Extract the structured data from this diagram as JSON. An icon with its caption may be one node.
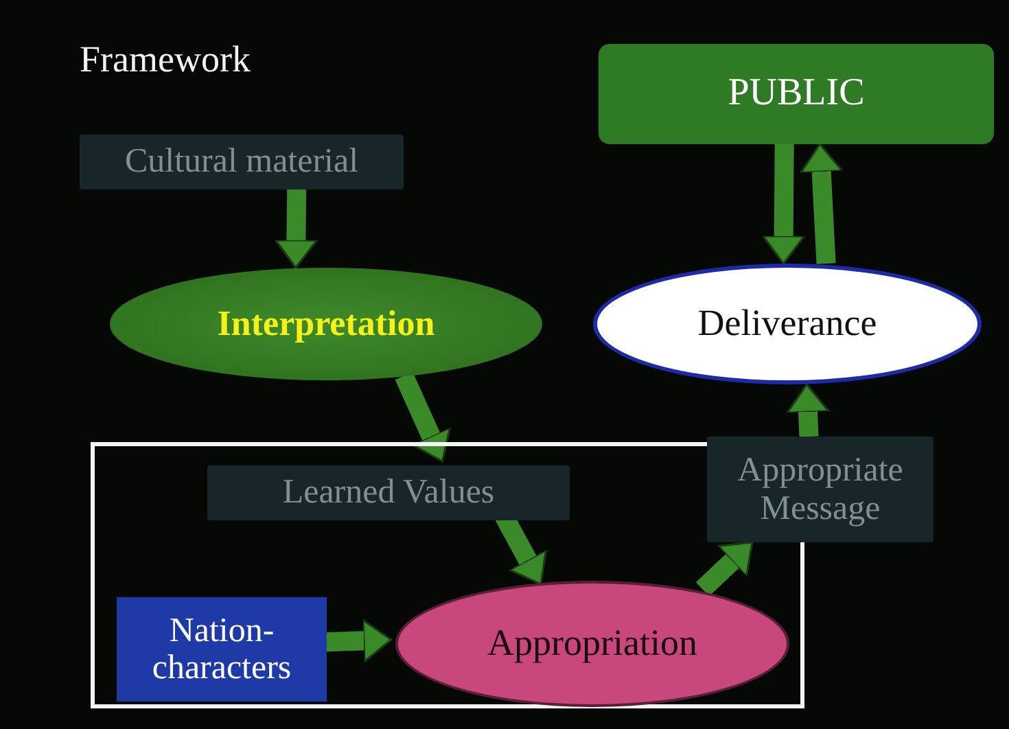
{
  "diagram": {
    "title": "Framework",
    "nodes": [
      {
        "text": [
          "Cultural material"
        ]
      },
      {
        "text": [
          "Interpretation"
        ]
      },
      {
        "text": [],
        "shape": "box"
      },
      {
        "text": [
          "Learned Values"
        ],
        "in": 2
      },
      {
        "text": [
          "Nation-characters"
        ],
        "in": 2
      },
      {
        "text": [
          "Appropriation"
        ],
        "in": 2
      },
      {
        "text": [
          "Appropriate Message"
        ]
      },
      {
        "text": [
          "Deliverance"
        ]
      },
      {
        "text": [
          "PUBLIC"
        ]
      }
    ],
    "edges": [
      {
        "from": 0,
        "to": 1,
        "arrow": "to"
      },
      {
        "from": 1,
        "to": 3,
        "arrow": "to"
      },
      {
        "from": 3,
        "to": 5,
        "arrow": "to"
      },
      {
        "from": 4,
        "to": 5,
        "arrow": "to"
      },
      {
        "from": 5,
        "to": 6,
        "arrow": "to"
      },
      {
        "from": 6,
        "to": 7,
        "arrow": "to"
      },
      {
        "from": 8,
        "to": 7,
        "arrow": "to"
      },
      {
        "from": 7,
        "to": 8,
        "arrow": "to"
      }
    ]
  }
}
